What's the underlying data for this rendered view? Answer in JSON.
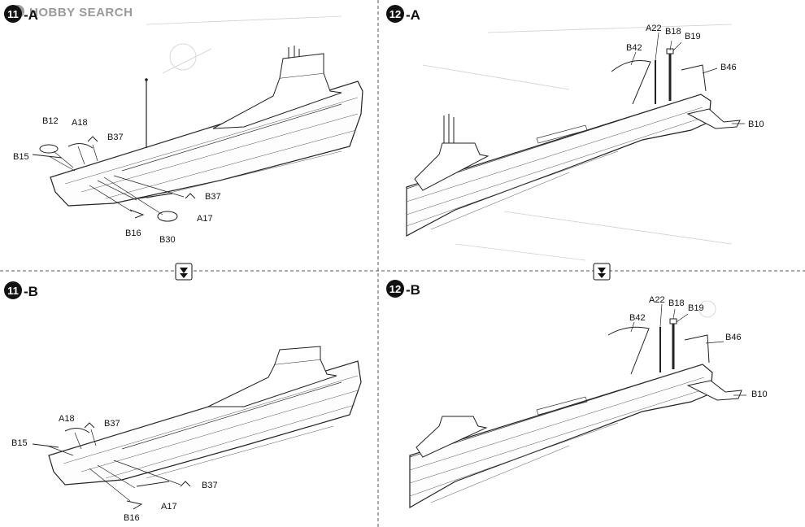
{
  "watermark": {
    "text": "HOBBY SEARCH"
  },
  "panels": [
    {
      "id": "11a",
      "step_number": "11",
      "suffix": "-A",
      "parts": [
        "B12",
        "A18",
        "B37",
        "B15",
        "B37",
        "A17",
        "B16",
        "B30"
      ]
    },
    {
      "id": "12a",
      "step_number": "12",
      "suffix": "-A",
      "parts": [
        "A22",
        "B18",
        "B19",
        "B42",
        "B46",
        "B10"
      ]
    },
    {
      "id": "11b",
      "step_number": "11",
      "suffix": "-B",
      "parts": [
        "A18",
        "B37",
        "B15",
        "B37",
        "A17",
        "B16"
      ]
    },
    {
      "id": "12b",
      "step_number": "12",
      "suffix": "-B",
      "parts": [
        "A22",
        "B18",
        "B19",
        "B42",
        "B46",
        "B10"
      ]
    }
  ],
  "icons": {
    "flow": "flow-down-icon"
  },
  "colors": {
    "line": "#222222",
    "watermark": "#9a9a9a",
    "paper": "#ffffff"
  }
}
